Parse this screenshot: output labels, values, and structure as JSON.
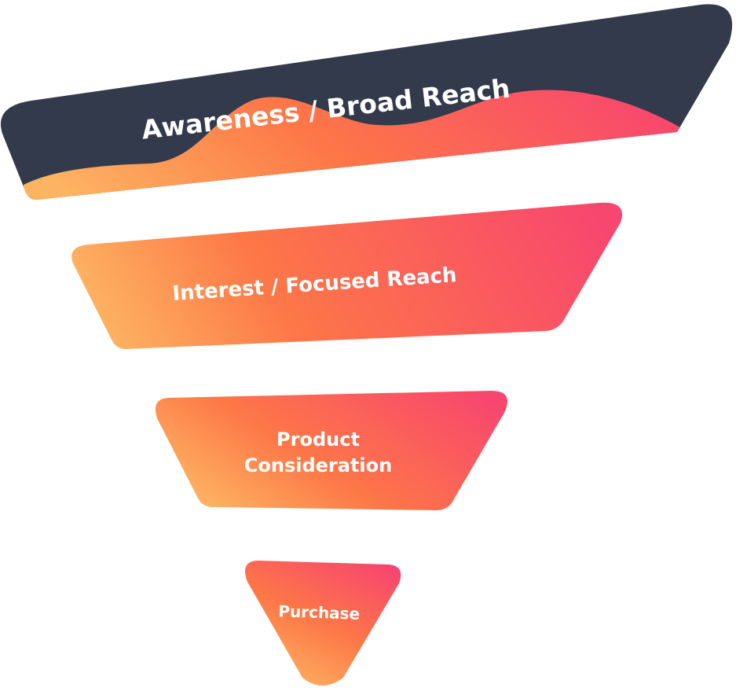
{
  "funnel": {
    "colors": {
      "dark": "#333a4b",
      "orange_light": "#fdb462",
      "orange": "#fd7747",
      "pink": "#f8476e"
    },
    "stages": [
      {
        "label": "Awareness / Broad Reach"
      },
      {
        "label": "Interest / Focused Reach"
      },
      {
        "label_line1": "Product",
        "label_line2": "Consideration"
      },
      {
        "label": "Purchase"
      }
    ]
  }
}
